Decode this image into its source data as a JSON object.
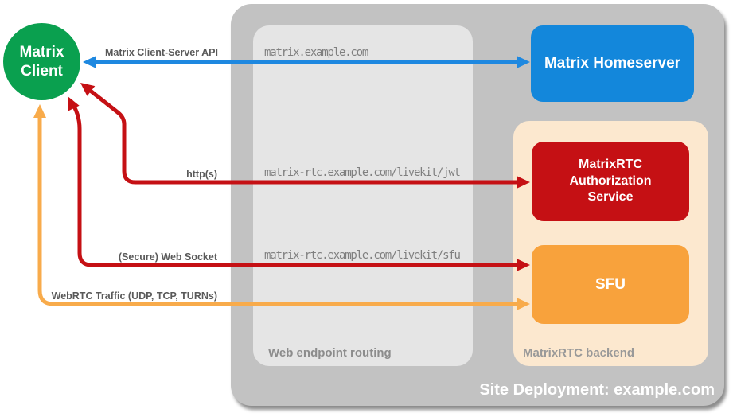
{
  "nodes": {
    "client": {
      "label": "Matrix Client",
      "color": "#0aa04f"
    },
    "homeserver": {
      "label": "Matrix Homeserver",
      "color": "#1387db"
    },
    "auth_service": {
      "label": "MatrixRTC Authorization Service",
      "color": "#c51014"
    },
    "sfu": {
      "label": "SFU",
      "color": "#f8a23c"
    }
  },
  "containers": {
    "site_deployment": {
      "label": "Site Deployment: example.com",
      "color": "#c2c2c2"
    },
    "web_endpoint_routing": {
      "label": "Web endpoint routing",
      "color": "#e5e5e5"
    },
    "matrixrtc_backend": {
      "label": "MatrixRTC backend",
      "color": "#fce8cf"
    }
  },
  "routes": {
    "homeserver": "matrix.example.com",
    "jwt": "matrix-rtc.example.com/livekit/jwt",
    "sfu": "matrix-rtc.example.com/livekit/sfu"
  },
  "arrows": {
    "client_server_api": {
      "label": "Matrix Client-Server API",
      "color": "#1e88e0"
    },
    "https": {
      "label": "http(s)",
      "color": "#c51014"
    },
    "websocket": {
      "label": "(Secure) Web Socket",
      "color": "#c51014"
    },
    "webrtc": {
      "label": "WebRTC Traffic (UDP, TCP, TURNs)",
      "color": "#f8ab4b"
    }
  }
}
